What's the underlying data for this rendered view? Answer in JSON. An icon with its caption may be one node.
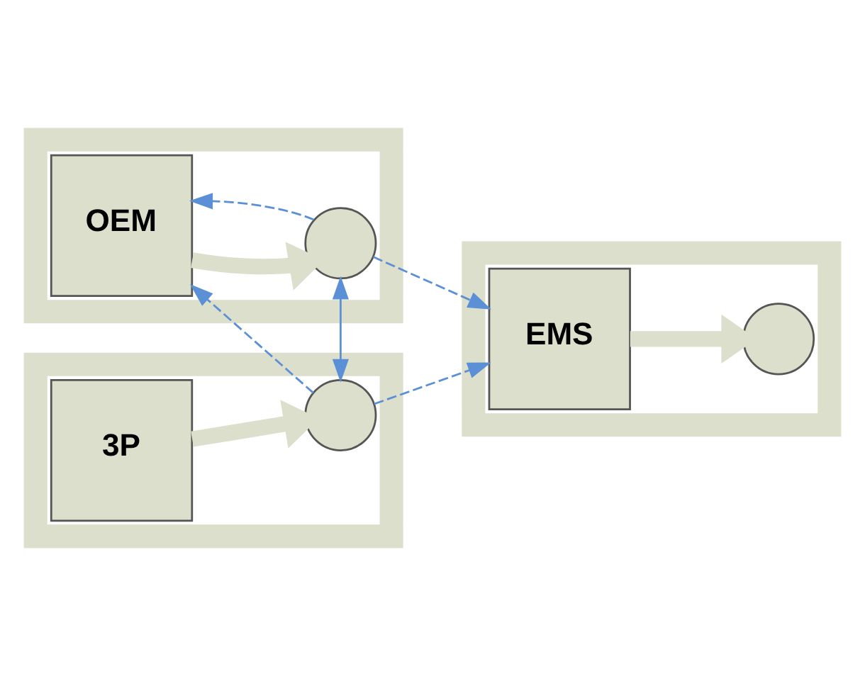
{
  "diagram": {
    "nodes": [
      {
        "text": [],
        "shape": "box"
      },
      {
        "text": [
          "OEM"
        ],
        "in": 0
      },
      {
        "text": [],
        "shape": "circle",
        "in": 0
      },
      {
        "text": [],
        "shape": "box"
      },
      {
        "text": [
          "EMS"
        ],
        "in": 3
      },
      {
        "text": [],
        "shape": "circle",
        "in": 3
      },
      {
        "text": [],
        "shape": "box"
      },
      {
        "text": [
          "3P"
        ],
        "in": 6
      },
      {
        "text": [],
        "shape": "circle",
        "in": 6
      }
    ],
    "edges": [
      {
        "from": 1,
        "to": 2,
        "arrow": "to",
        "style": "thick",
        "color": "#dcdfcb"
      },
      {
        "from": 4,
        "to": 5,
        "arrow": "to",
        "style": "thick",
        "color": "#dcdfcb"
      },
      {
        "from": 7,
        "to": 8,
        "arrow": "to",
        "style": "thick",
        "color": "#dcdfcb"
      },
      {
        "from": 2,
        "to": 1,
        "arrow": "to",
        "style": "dashed"
      },
      {
        "from": 2,
        "to": 4,
        "arrow": "to",
        "style": "dashed"
      },
      {
        "from": 2,
        "to": 8,
        "arrow": "both"
      },
      {
        "from": 8,
        "to": 1,
        "arrow": "to",
        "style": "dashed"
      },
      {
        "from": 8,
        "to": 4,
        "arrow": "to",
        "style": "dashed"
      }
    ]
  }
}
